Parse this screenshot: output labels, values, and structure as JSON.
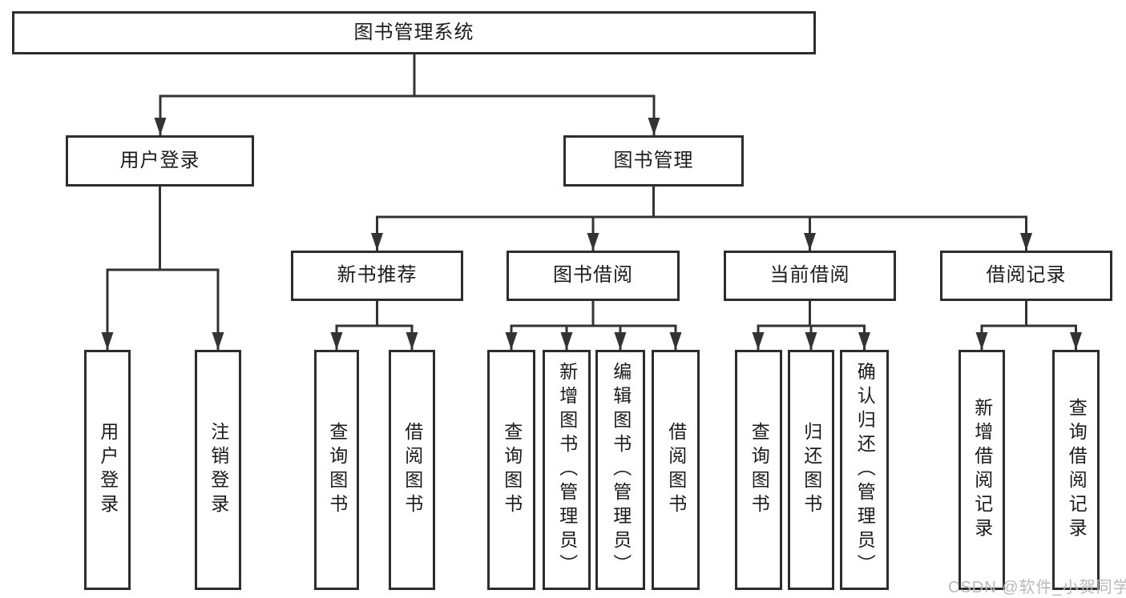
{
  "diagram": {
    "title_node": {
      "label": "图书管理系统"
    },
    "root": {
      "label": "图书管理系统"
    },
    "level2": [
      {
        "label": "用户登录"
      },
      {
        "label": "图书管理"
      }
    ],
    "level3": [
      {
        "label": "新书推荐",
        "parent": "图书管理"
      },
      {
        "label": "图书借阅",
        "parent": "图书管理"
      },
      {
        "label": "当前借阅",
        "parent": "图书管理"
      },
      {
        "label": "借阅记录",
        "parent": "图书管理"
      }
    ],
    "leaves": [
      {
        "label": "用户登录",
        "parent": "用户登录"
      },
      {
        "label": "注销登录",
        "parent": "用户登录"
      },
      {
        "label": "查询图书",
        "parent": "新书推荐"
      },
      {
        "label": "借阅图书",
        "parent": "新书推荐"
      },
      {
        "label": "查询图书",
        "parent": "图书借阅"
      },
      {
        "label": "新增图书（管理员）",
        "parent": "图书借阅"
      },
      {
        "label": "编辑图书（管理员）",
        "parent": "图书借阅"
      },
      {
        "label": "借阅图书",
        "parent": "图书借阅"
      },
      {
        "label": "查询图书",
        "parent": "当前借阅"
      },
      {
        "label": "归还图书",
        "parent": "当前借阅"
      },
      {
        "label": "确认归还（管理员）",
        "parent": "当前借阅"
      },
      {
        "label": "新增借阅记录",
        "parent": "借阅记录"
      },
      {
        "label": "查询借阅记录",
        "parent": "借阅记录"
      }
    ]
  },
  "watermark": {
    "text": "CSDN @软件_小贺同学"
  },
  "colors": {
    "line": "#333333",
    "box_border": "#2d2d2d",
    "text": "#1b1b1b",
    "watermark_text": "#b8b8b8",
    "background": "#ffffff"
  }
}
